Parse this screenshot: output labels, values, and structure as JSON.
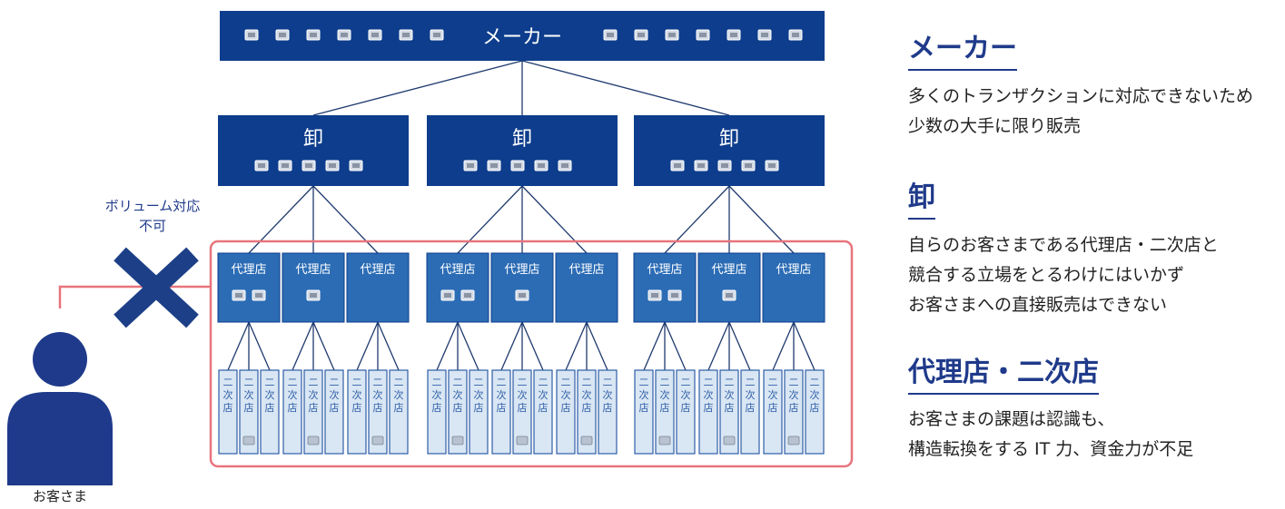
{
  "diagram": {
    "maker_label": "メーカー",
    "wholesaler_label": "卸",
    "agent_label": "代理店",
    "secondary_label_chars": [
      "二",
      "次",
      "店"
    ],
    "customer_label": "お客さま",
    "volume_note_line1": "ボリューム対応",
    "volume_note_line2": "不可",
    "colors": {
      "navy": "#0d3d8c",
      "agent_blue": "#2b6cb5",
      "secondary_fill": "#d9e6f3",
      "secondary_border": "#2e5ea8",
      "line": "#1f3a6e",
      "red": "#e8747c",
      "cross": "#1c3f87",
      "person": "#1f3a8a"
    }
  },
  "side": {
    "maker": {
      "title": "メーカー",
      "lines": [
        "多くのトランザクションに対応できないため",
        "少数の大手に限り販売"
      ]
    },
    "wholesaler": {
      "title": "卸",
      "lines": [
        "自らのお客さまである代理店・二次店と",
        "競合する立場をとるわけにはいかず",
        "お客さまへの直接販売はできない"
      ]
    },
    "agent": {
      "title": "代理店・二次店",
      "lines": [
        "お客さまの課題は認識も、",
        "構造転換をする IT 力、資金力が不足"
      ]
    }
  }
}
